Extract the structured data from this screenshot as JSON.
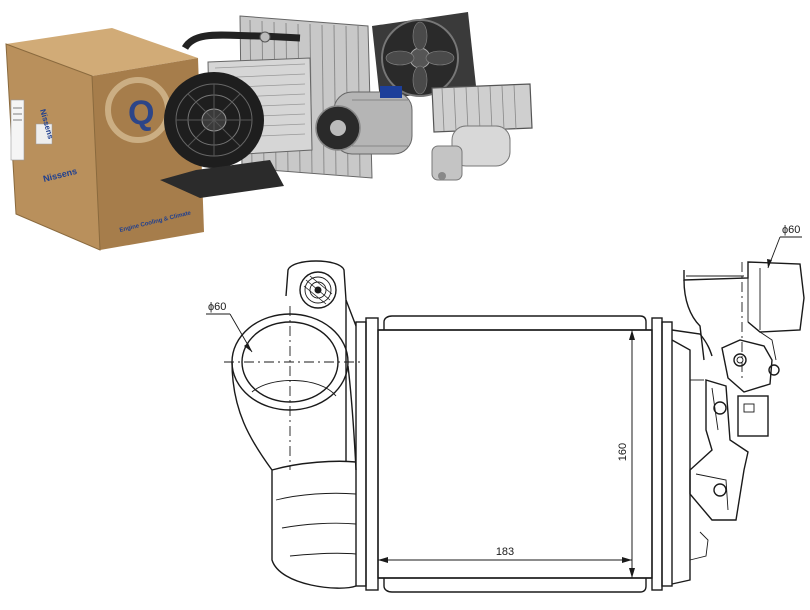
{
  "product_photo": {
    "box_brand": "Nissens",
    "box_tagline": "Engine Cooling & Climate",
    "box_badge": "Q"
  },
  "drawing": {
    "dim_inlet_diameter": "ϕ60",
    "dim_outlet_diameter": "ϕ60",
    "dim_width": "183",
    "dim_height": "160"
  },
  "colors": {
    "box_cardboard": "#b9905c",
    "box_print": "#1f3f8f",
    "metal": "#9a9a9a",
    "line": "#1a1a1a"
  }
}
